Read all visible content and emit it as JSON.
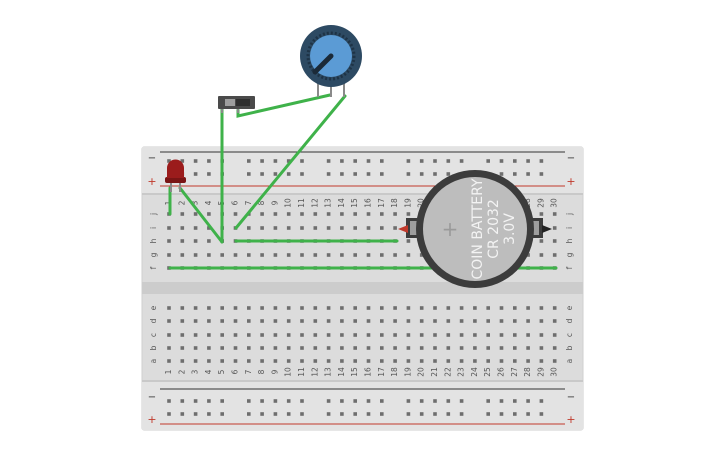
{
  "breadboard": {
    "columns": [
      "1",
      "2",
      "3",
      "4",
      "5",
      "6",
      "7",
      "8",
      "9",
      "10",
      "11",
      "12",
      "13",
      "14",
      "15",
      "16",
      "17",
      "18",
      "19",
      "20",
      "21",
      "22",
      "23",
      "24",
      "25",
      "26",
      "27",
      "28",
      "29",
      "30"
    ],
    "top_rows": [
      "j",
      "i",
      "h",
      "g",
      "f"
    ],
    "bottom_rows": [
      "e",
      "d",
      "c",
      "b",
      "a"
    ],
    "rail_minus": "−",
    "rail_plus": "+"
  },
  "battery": {
    "line1": "COIN BATTERY",
    "line2": "CR 2032",
    "line3": "3.0V",
    "plus_sign": "+"
  },
  "colors": {
    "board": "#dcdcdc",
    "wire": "#3fb24a",
    "rail_red": "#c0392b",
    "rail_black": "#333333",
    "led": "#9b1c1c",
    "pot_knob": "#5b9bd5",
    "pot_body": "#2d4a63",
    "battery_body": "#3c3c3c",
    "battery_face": "#bdbdbd"
  },
  "icons": {
    "led": "led-icon",
    "switch": "slide-switch-icon",
    "potentiometer": "potentiometer-icon",
    "battery": "coin-battery-icon"
  }
}
